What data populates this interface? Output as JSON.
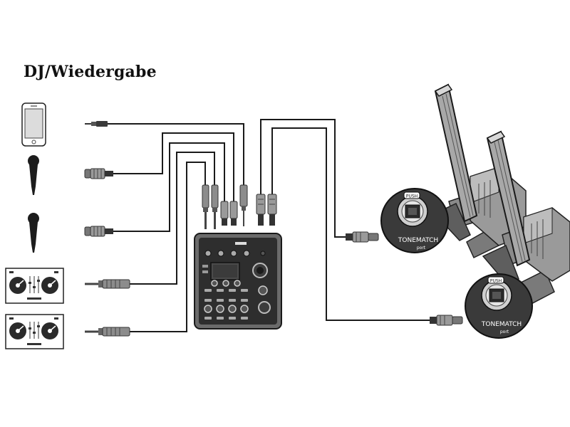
{
  "title": "DJ/Wiedergabe",
  "brand": "TONEMATCH",
  "port_label": "port",
  "push_label": "PUSH",
  "sources": [
    {
      "type": "smartphone",
      "icon": "smartphone-icon",
      "cable": "3.5mm-stereo"
    },
    {
      "type": "microphone",
      "icon": "microphone-icon",
      "cable": "xlr"
    },
    {
      "type": "microphone",
      "icon": "microphone-icon",
      "cable": "xlr"
    },
    {
      "type": "dj-controller",
      "icon": "dj-controller-icon",
      "cable": "quarter-inch"
    },
    {
      "type": "dj-controller",
      "icon": "dj-controller-icon",
      "cable": "quarter-inch"
    }
  ],
  "mixer": {
    "icon": "mixer-icon"
  },
  "speakers": [
    {
      "icon": "column-speaker-icon",
      "port_icon": "tonematch-port-icon"
    },
    {
      "icon": "column-speaker-icon",
      "port_icon": "tonematch-port-icon"
    }
  ],
  "colors": {
    "line": "#222222",
    "device_dark": "#2e2e2e",
    "device_gray": "#6b6b6b",
    "light": "#e3e3e3"
  }
}
